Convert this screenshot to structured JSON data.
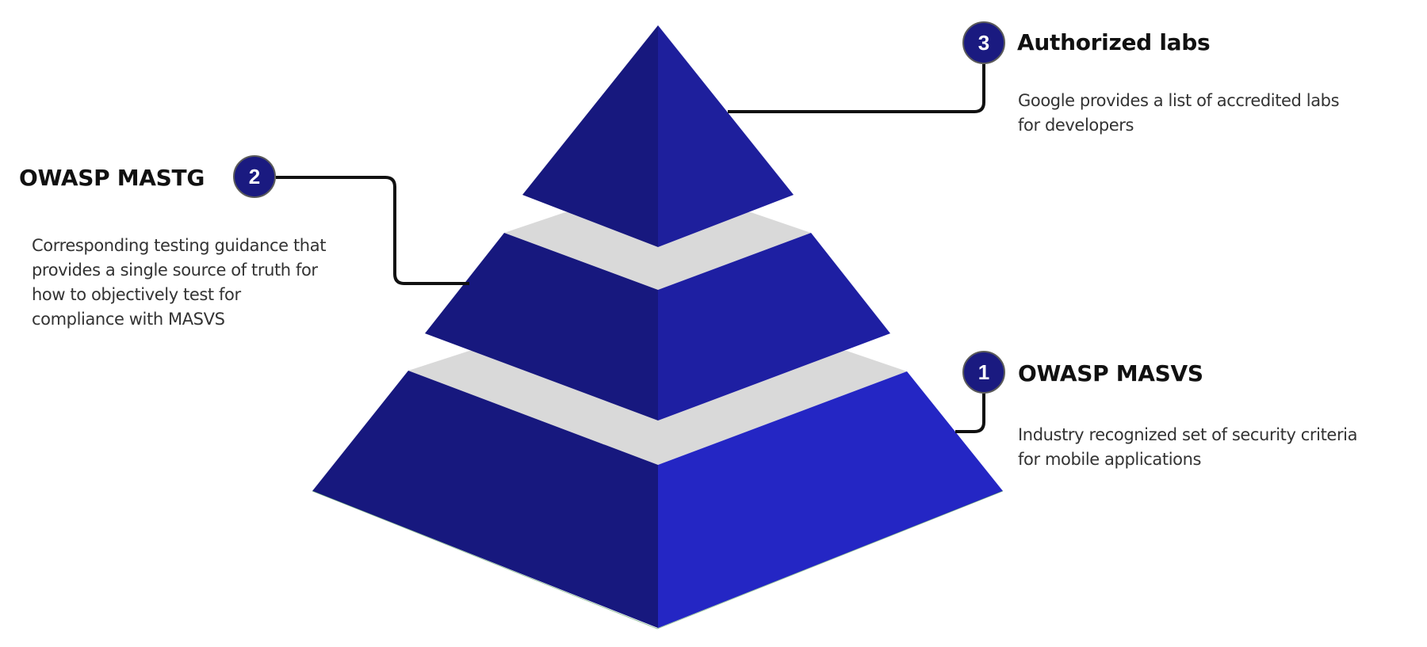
{
  "colors": {
    "left_face": "#17187e",
    "right_face_top": "#1e1f9c",
    "right_face_middle": "#1e1fa2",
    "right_face_bottom": "#2426c4",
    "top_face": "#d9d9d9",
    "badge_fill": "#1a1a80",
    "connector": "#111111",
    "title_text": "#111111",
    "body_text": "#333333"
  },
  "pyramid": {
    "tiers": [
      {
        "level": 1,
        "name": "OWASP MASVS",
        "position": "bottom"
      },
      {
        "level": 2,
        "name": "OWASP MASTG",
        "position": "middle"
      },
      {
        "level": 3,
        "name": "Authorized labs",
        "position": "top"
      }
    ]
  },
  "labels": {
    "tier3": {
      "badge": "3",
      "title": "Authorized labs",
      "description_lines": [
        "Google provides a list of accredited labs",
        "for developers"
      ]
    },
    "tier2": {
      "badge": "2",
      "title": "OWASP MASTG",
      "description_lines": [
        "Corresponding testing guidance that",
        "provides a single source of truth for",
        "how to objectively test for",
        "compliance with MASVS"
      ]
    },
    "tier1": {
      "badge": "1",
      "title": "OWASP MASVS",
      "description_lines": [
        "Industry recognized set of security criteria",
        "for mobile applications"
      ]
    }
  }
}
